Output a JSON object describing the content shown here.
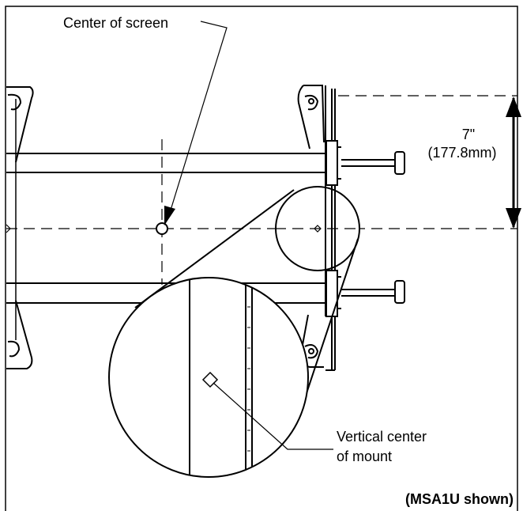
{
  "labels": {
    "center_of_screen": "Center of screen",
    "dimension_inches": "7\"",
    "dimension_mm": "(177.8mm)",
    "vertical_center_line1": "Vertical center",
    "vertical_center_line2": "of mount",
    "model_note": "(MSA1U shown)"
  }
}
